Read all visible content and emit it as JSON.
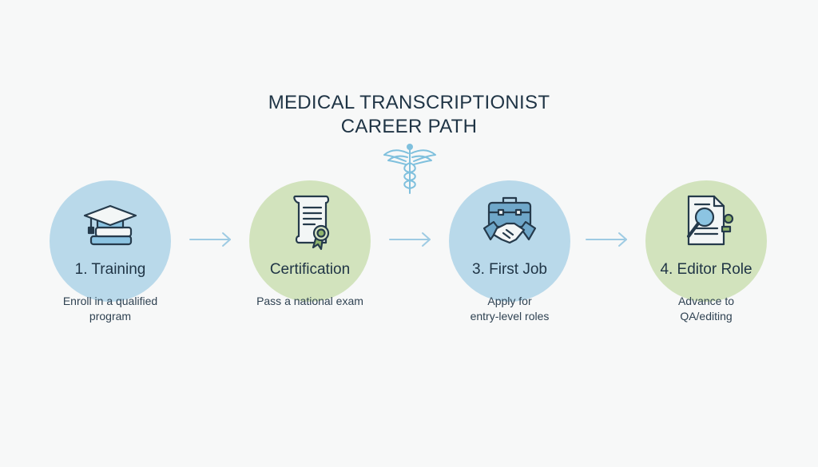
{
  "title": {
    "line1": "MEDICAL TRANSCRIPTIONIST",
    "line2": "CAREER PATH"
  },
  "icons": {
    "header": "caduceus-icon",
    "steps": [
      "graduation-cap-books-icon",
      "certificate-scroll-icon",
      "briefcase-handshake-icon",
      "document-magnifier-icon"
    ]
  },
  "colors": {
    "blue_circle": "#b9d9ea",
    "green_circle": "#d2e3bd",
    "arrow": "#9ecbe3",
    "text": "#1f3445"
  },
  "steps": [
    {
      "title": "1. Training",
      "desc_line1": "Enroll in a qualified",
      "desc_line2": "program"
    },
    {
      "title": "Certification",
      "desc_line1": "Pass a national exam",
      "desc_line2": ""
    },
    {
      "title": "3. First Job",
      "desc_line1": "Apply for",
      "desc_line2": "entry-level roles"
    },
    {
      "title": "4. Editor Role",
      "desc_line1": "Advance to",
      "desc_line2": "QA/editing"
    }
  ]
}
